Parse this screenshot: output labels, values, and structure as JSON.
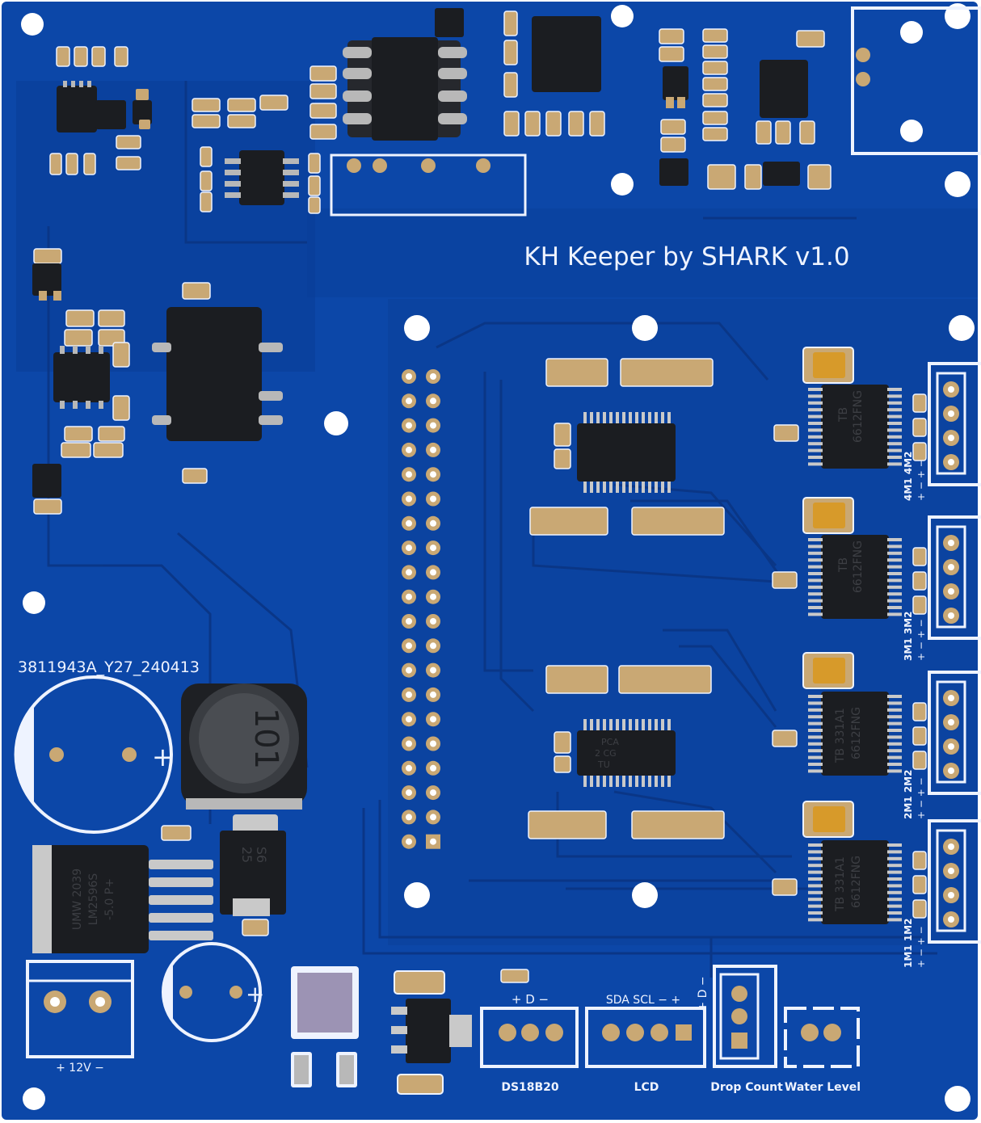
{
  "board": {
    "title": "KH Keeper by SHARK v1.0",
    "lot_code": "3811943A_Y27_240413",
    "colors": {
      "solder_mask": "#0c47a8",
      "solder_mask_dark": "#0a3a8e",
      "silkscreen": "#eef3ff",
      "pad": "#c9a874",
      "chip": "#1b1d21",
      "tantalum": "#d79a2a",
      "background": "#ffffff"
    }
  },
  "labels": {
    "power": "+ 12V −",
    "ds18b20": "DS18B20",
    "ds18b20_pins": "+ D −",
    "lcd": "LCD",
    "lcd_pins": "SDA SCL − +",
    "drop_count": "Drop Count",
    "drop_count_pins": "+ D −",
    "water_level": "Water Level",
    "plus": "+",
    "motor4": "4M1 4M2",
    "motor3": "3M1 3M2",
    "motor2": "2M1 2M2",
    "motor1": "1M1 1M2",
    "motor_pins": "+ − + −"
  },
  "components": {
    "inductor_marking": "101",
    "diode_marking_1": "S6",
    "diode_marking_2": "25",
    "regulator_line1": "UMW 2039",
    "regulator_line2": "LM2596S",
    "regulator_line3": "-5.0 P+",
    "driver_marking_1a": "TB",
    "driver_marking_1b": "6612FNG",
    "driver_marking_3a": "TB 331A1",
    "driver_marking_3b": "6612FNG",
    "expander_line1": "PCA",
    "expander_line2": "2 CG",
    "expander_line3": "TU"
  }
}
